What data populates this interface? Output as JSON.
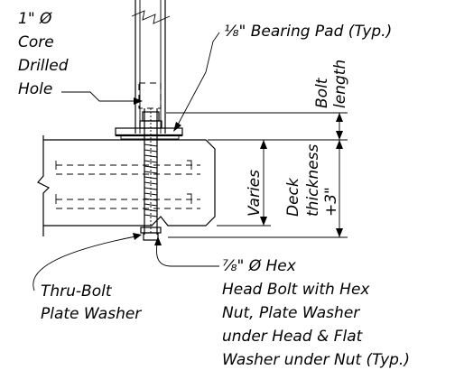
{
  "labels": {
    "core_hole": [
      "1\" Ø",
      "Core",
      "Drilled",
      "Hole"
    ],
    "bearing_pad": "⅛\" Bearing Pad (Typ.)",
    "bolt_length": [
      "Bolt",
      "length"
    ],
    "deck_thickness": [
      "Deck",
      "thickness",
      "+3\""
    ],
    "varies": "Varies",
    "thru_bolt": [
      "Thru-Bolt",
      "Plate Washer"
    ],
    "hex_bolt": [
      "⅞\" Ø Hex",
      "Head Bolt with Hex",
      "Nut, Plate Washer",
      "under Head & Flat",
      "Washer under Nut (Typ.)"
    ]
  }
}
